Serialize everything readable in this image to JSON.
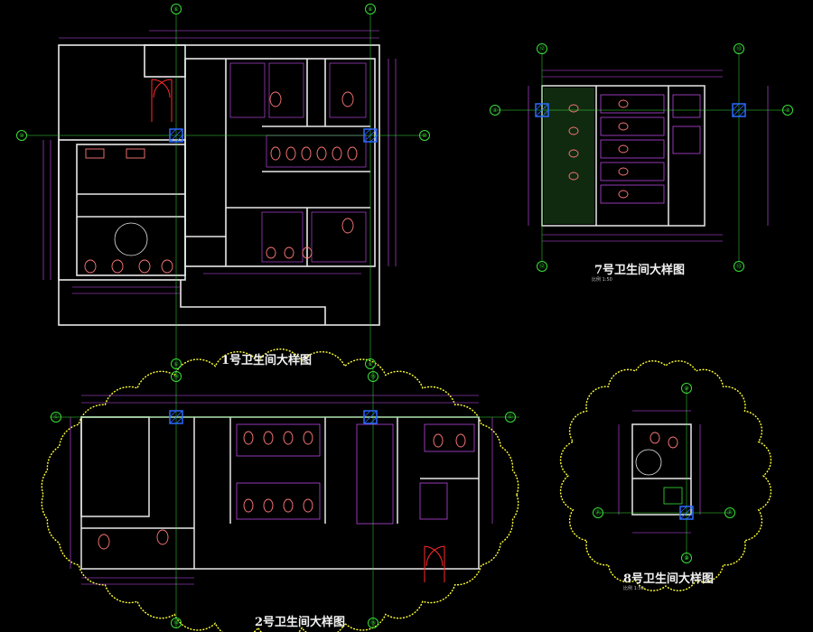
{
  "colors": {
    "background": "#000000",
    "wall": "#e8e8e8",
    "dimension": "#d050ff",
    "axis": "#39e039",
    "fixture": "#ff7777",
    "door": "#ff2a2a",
    "revision_cloud": "#ffff33",
    "column": "#2a6bff",
    "label": "#cccccc"
  },
  "plans": [
    {
      "title": "1号卫生间大样图",
      "subtitle": "",
      "axes": [
        {
          "label": "⑥"
        },
        {
          "label": "⑥"
        },
        {
          "label": "⑩"
        },
        {
          "label": "⑥"
        },
        {
          "label": "⑥"
        },
        {
          "label": "⑩"
        }
      ]
    },
    {
      "title": "7号卫生间大样图",
      "subtitle": "比例 1:50",
      "axes": [
        {
          "label": "⑫"
        },
        {
          "label": "⑬"
        },
        {
          "label": "④"
        },
        {
          "label": "④"
        },
        {
          "label": "⑫"
        },
        {
          "label": "⑬"
        }
      ]
    },
    {
      "title": "2号卫生间大样图",
      "subtitle": "",
      "axes": [
        {
          "label": "⑭"
        },
        {
          "label": "⑮"
        },
        {
          "label": "Ⓖ"
        },
        {
          "label": "Ⓖ"
        },
        {
          "label": "⑭"
        },
        {
          "label": "⑮"
        }
      ]
    },
    {
      "title": "8号卫生间大样图",
      "subtitle": "比例 1:50",
      "axes": [
        {
          "label": "⑩"
        },
        {
          "label": "Ⓟ"
        },
        {
          "label": "Ⓟ"
        },
        {
          "label": "⑩"
        }
      ]
    }
  ]
}
